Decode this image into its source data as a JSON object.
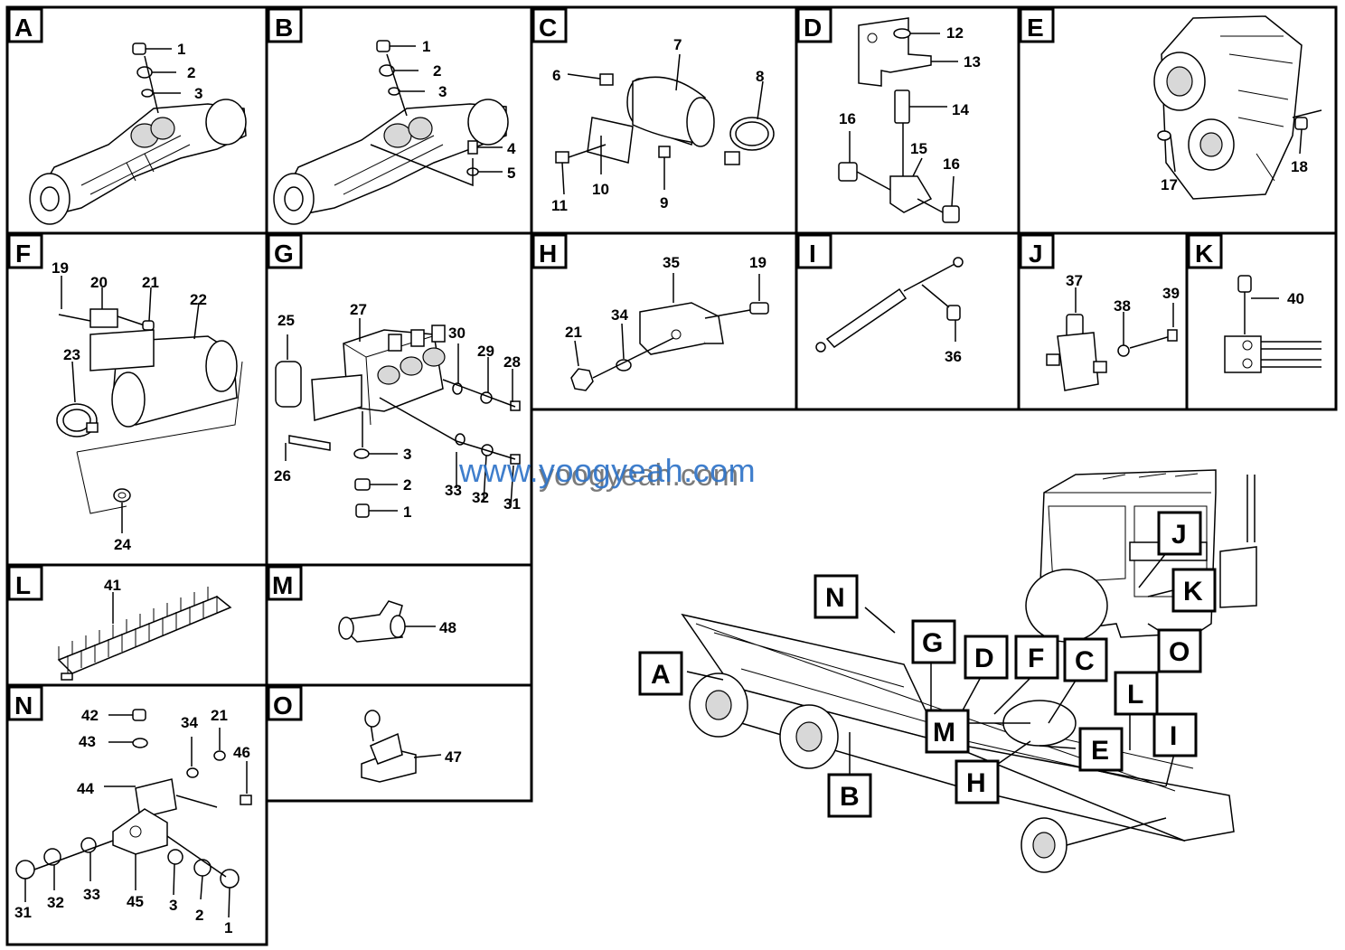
{
  "panels": {
    "A": {
      "label": "A",
      "callouts": [
        "1",
        "2",
        "3"
      ]
    },
    "B": {
      "label": "B",
      "callouts": [
        "1",
        "2",
        "3",
        "4",
        "5"
      ]
    },
    "C": {
      "label": "C",
      "callouts": [
        "6",
        "7",
        "8",
        "9",
        "10",
        "11"
      ]
    },
    "D": {
      "label": "D",
      "callouts": [
        "12",
        "13",
        "14",
        "15",
        "16",
        "16"
      ]
    },
    "E": {
      "label": "E",
      "callouts": [
        "17",
        "18"
      ]
    },
    "F": {
      "label": "F",
      "callouts": [
        "19",
        "20",
        "21",
        "22",
        "23",
        "24"
      ]
    },
    "G": {
      "label": "G",
      "callouts": [
        "25",
        "27",
        "30",
        "29",
        "28",
        "26",
        "3",
        "33",
        "2",
        "32",
        "1",
        "31"
      ]
    },
    "H": {
      "label": "H",
      "callouts": [
        "35",
        "19",
        "21",
        "34"
      ]
    },
    "I": {
      "label": "I",
      "callouts": [
        "36"
      ]
    },
    "J": {
      "label": "J",
      "callouts": [
        "37",
        "38",
        "39"
      ]
    },
    "K": {
      "label": "K",
      "callouts": [
        "40"
      ]
    },
    "L": {
      "label": "L",
      "callouts": [
        "41"
      ]
    },
    "M": {
      "label": "M",
      "callouts": [
        "48"
      ]
    },
    "N": {
      "label": "N",
      "callouts": [
        "42",
        "43",
        "34",
        "21",
        "46",
        "44",
        "31",
        "32",
        "33",
        "45",
        "3",
        "2",
        "1"
      ]
    },
    "O": {
      "label": "O",
      "callouts": [
        "47"
      ]
    }
  },
  "overview_tags": [
    "N",
    "A",
    "G",
    "D",
    "F",
    "C",
    "J",
    "K",
    "O",
    "L",
    "I",
    "M",
    "E",
    "H",
    "B"
  ],
  "watermark": {
    "text": "www.yoogyeah.com",
    "shadow": "yoogyeah.com"
  },
  "colors": {
    "watermark": "#2f74c8",
    "line": "#000000",
    "fill": "#ffffff"
  }
}
